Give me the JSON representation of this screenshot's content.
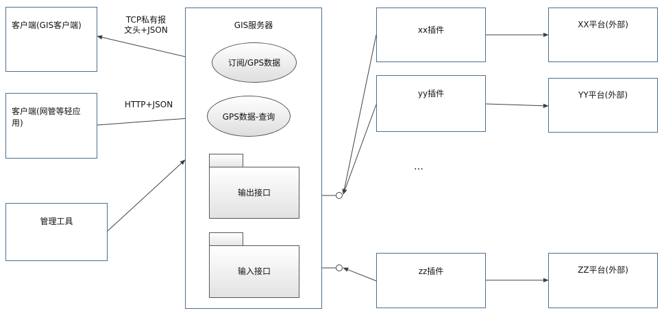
{
  "clients": {
    "gis_client": "客户端(GIS客户端)",
    "lightweight_client": "客户端(网管等轻应用)",
    "management_tool": "管理工具"
  },
  "server": {
    "title": "GIS服务器",
    "subscribe_ellipse": "订阅/GPS数据",
    "query_ellipse": "GPS数据-查询",
    "output_interface": "输出接口",
    "input_interface": "输入接口"
  },
  "plugins": {
    "xx": "xx插件",
    "yy": "yy插件",
    "ellipsis": "…",
    "zz": "zz插件"
  },
  "platforms": {
    "xx": "XX平台(外部)",
    "yy": "YY平台(外部)",
    "zz": "ZZ平台(外部)"
  },
  "edges": {
    "tcp_label": "TCP私有报\n文头+JSON",
    "http_label": "HTTP+JSON"
  },
  "colors": {
    "box_border": "#4a6e8f",
    "line": "#404040"
  }
}
